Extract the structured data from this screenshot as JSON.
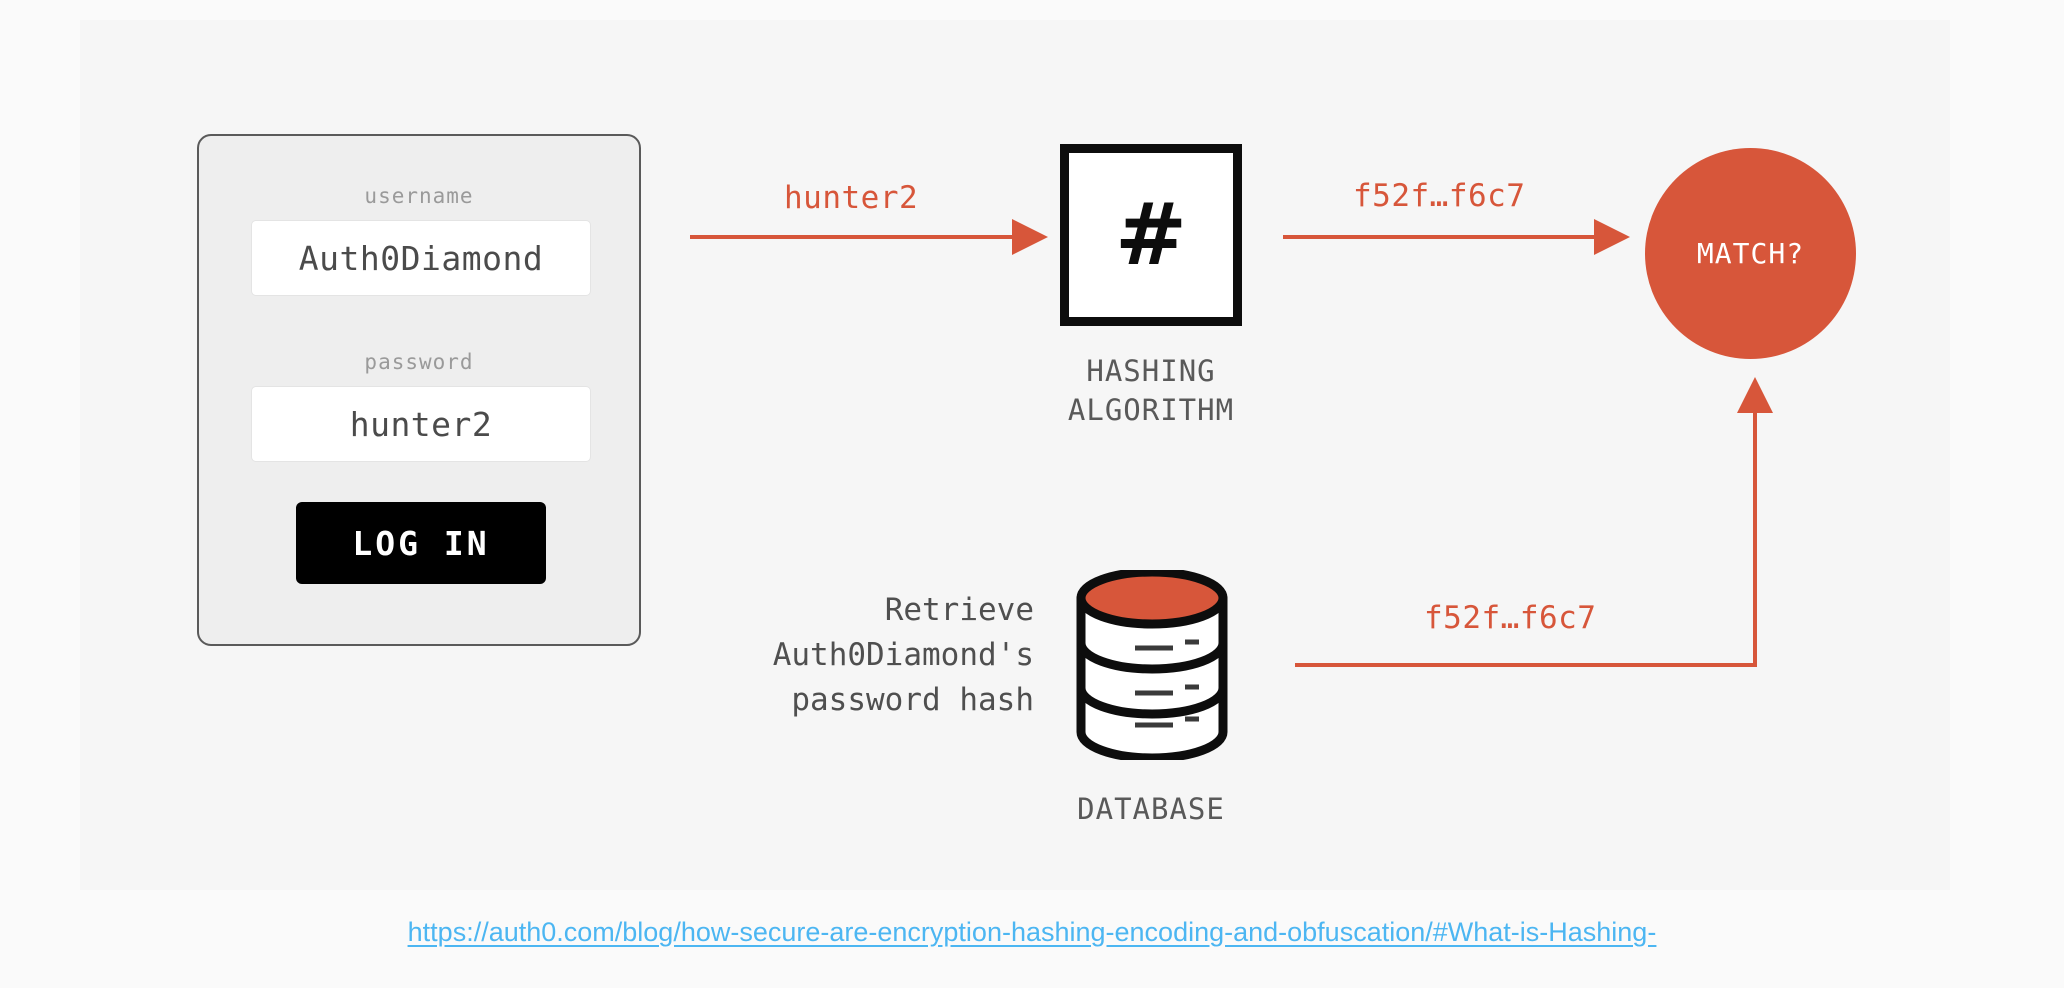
{
  "diagram": {
    "title": "Password hashing login verification flow",
    "colors": {
      "accent": "#d7563a",
      "background": "#fafafa",
      "panel": "#f6f6f6",
      "ink": "#0d0d0d",
      "caption": "#595959",
      "link": "#4cb6f2"
    }
  },
  "login_form": {
    "username_label": "username",
    "username_value": "Auth0Diamond",
    "username_placeholder": "username",
    "password_label": "password",
    "password_value": "hunter2",
    "password_placeholder": "password",
    "submit_label": "LOG IN"
  },
  "nodes": {
    "hashing": {
      "glyph": "#",
      "caption": "HASHING\nALGORITHM"
    },
    "database": {
      "caption": "DATABASE"
    },
    "match": {
      "label": "MATCH?"
    }
  },
  "arrows": {
    "submitted_password": "hunter2",
    "computed_hash": "f52f…f6c7",
    "stored_hash": "f52f…f6c7"
  },
  "annotations": {
    "retrieve_note": "Retrieve\nAuth0Diamond's\npassword hash"
  },
  "source": {
    "url": "https://auth0.com/blog/how-secure-are-encryption-hashing-encoding-and-obfuscation/#What-is-Hashing-"
  }
}
